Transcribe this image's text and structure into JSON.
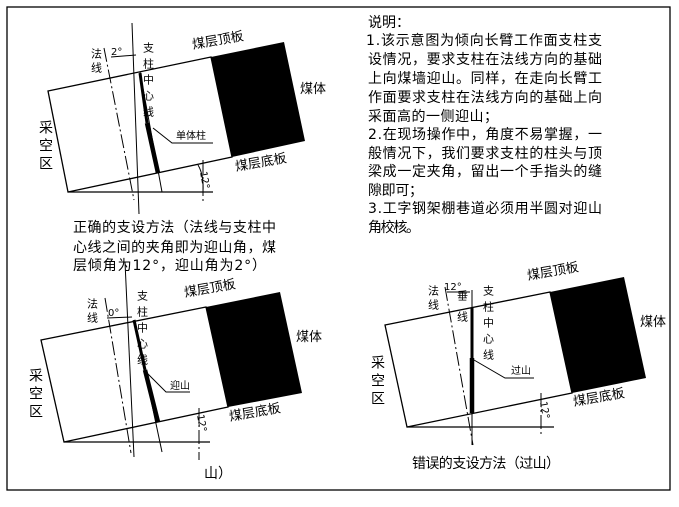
{
  "explanation": {
    "title": "说明：",
    "lines": [
      "1.该示意图为倾向长臂工作面支柱支",
      "设情况，要求支柱在法线方向的基础",
      "上向煤墙迎山。同样，在走向长臂工",
      "作面要求支柱在法线方向的基础上向",
      "采面高的一侧迎山；",
      "2.在现场操作中，角度不易掌握，一",
      "般情况下，我们要求支柱的柱头与顶",
      "梁成一定夹角，留出一个手指头的缝",
      "隙即可；",
      "3.工字钢架棚巷道必须用半圆对迎山",
      "角校核。"
    ]
  },
  "diagram_correct": {
    "normal_line": "法线",
    "angle_support": "2°",
    "support_center_line": "支柱中心线",
    "roof": "煤层顶板",
    "coal_body": "煤体",
    "floor": "煤层底板",
    "goaf": "采空区",
    "prop": "单体柱",
    "dip_angle": "12°",
    "caption": [
      "正确的支设方法（法线与支柱中",
      "心线之间的夹角即为迎山角，煤",
      "层倾角为12°，迎山角为2°）"
    ]
  },
  "diagram_zero": {
    "normal_line": "法线",
    "angle_support": "0°",
    "support_center_line": "支柱中心线",
    "roof": "煤层顶板",
    "coal_body": "煤体",
    "floor": "煤层底板",
    "goaf": "采空区",
    "prop": "迎山",
    "dip_angle": "12°",
    "caption_partial": "山）"
  },
  "diagram_wrong": {
    "vertical_line": "垂线",
    "normal_line": "法线",
    "angle_support": "12°",
    "support_center_line": "支柱中心线",
    "roof": "煤层顶板",
    "coal_body": "煤体",
    "floor": "煤层底板",
    "goaf": "采空区",
    "prop": "过山",
    "dip_angle": "12°",
    "caption": "错误的支设方法（过山）"
  }
}
